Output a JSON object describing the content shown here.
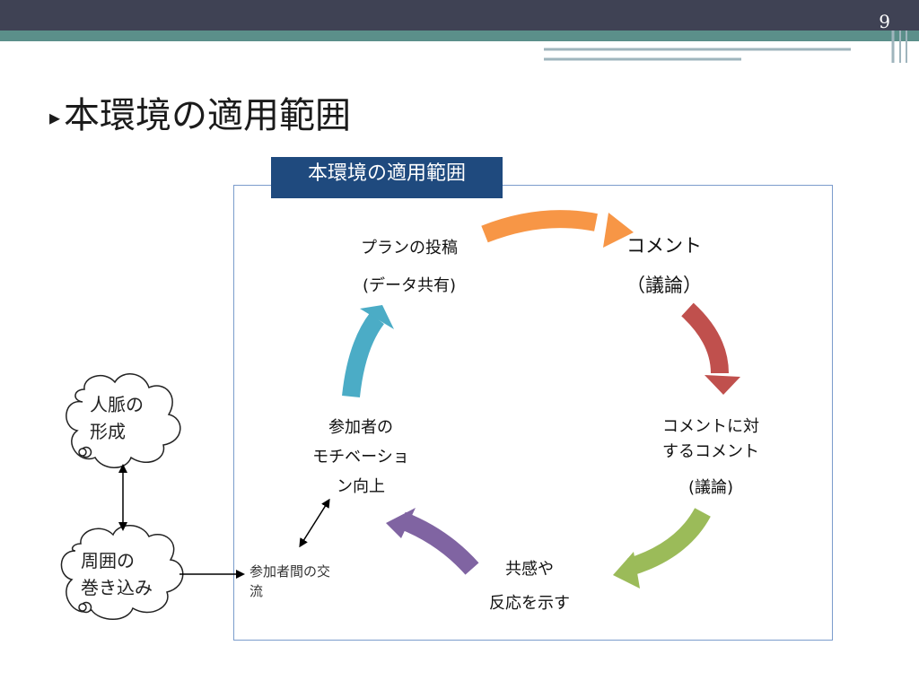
{
  "slide": {
    "page_number": "9",
    "title": "本環境の適用範囲",
    "title_bullet": "▸"
  },
  "diagram": {
    "frame_label": "本環境の適用範囲",
    "cycle": {
      "post": {
        "line1": "プランの投稿",
        "line2": "(データ共有)"
      },
      "comment": {
        "line1": "コメント",
        "line2": "（議論）"
      },
      "reply": {
        "line1": "コメントに対",
        "line2": "するコメント",
        "line3": "(議論)"
      },
      "reaction": {
        "line1": "共感や",
        "line2": "反応を示す"
      },
      "motivation": {
        "line1": "参加者の",
        "line2": "モチベーショ",
        "line3": "ン向上"
      }
    },
    "exchange": {
      "line1": "参加者間の交",
      "line2": "流"
    },
    "clouds": {
      "network": {
        "line1": "人脈の",
        "line2": "形成"
      },
      "involve": {
        "line1": "周囲の",
        "line2": "巻き込み"
      }
    },
    "colors": {
      "arrow_orange": "#f79646",
      "arrow_red": "#c0504d",
      "arrow_green": "#9bbb59",
      "arrow_purple": "#8064a2",
      "arrow_teal": "#4bacc6",
      "frame_label_bg": "#1f4a7e"
    }
  }
}
